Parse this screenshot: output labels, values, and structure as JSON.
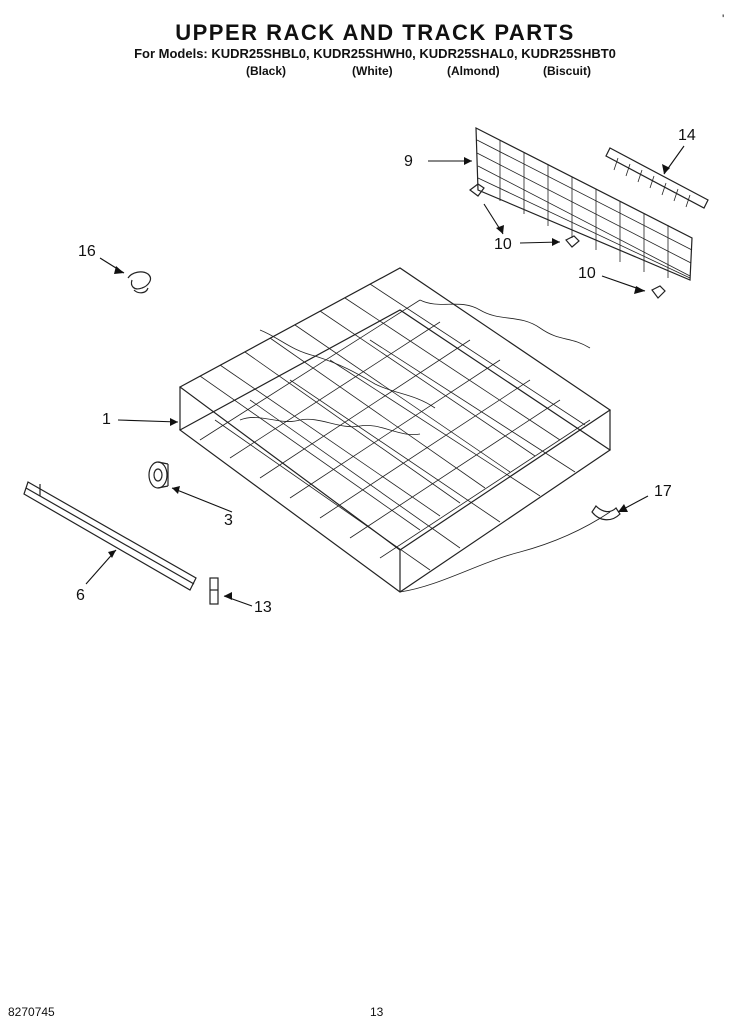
{
  "title": "UPPER RACK AND TRACK PARTS",
  "models_line": "For Models: KUDR25SHBL0, KUDR25SHWH0, KUDR25SHAL0, KUDR25SHBT0",
  "colors": [
    "(Black)",
    "(White)",
    "(Almond)",
    "(Biscuit)"
  ],
  "callouts": [
    "9",
    "14",
    "16",
    "10",
    "10",
    "1",
    "3",
    "17",
    "6",
    "13"
  ],
  "footer": {
    "code": "8270745",
    "page": "13",
    "tick": "'"
  }
}
